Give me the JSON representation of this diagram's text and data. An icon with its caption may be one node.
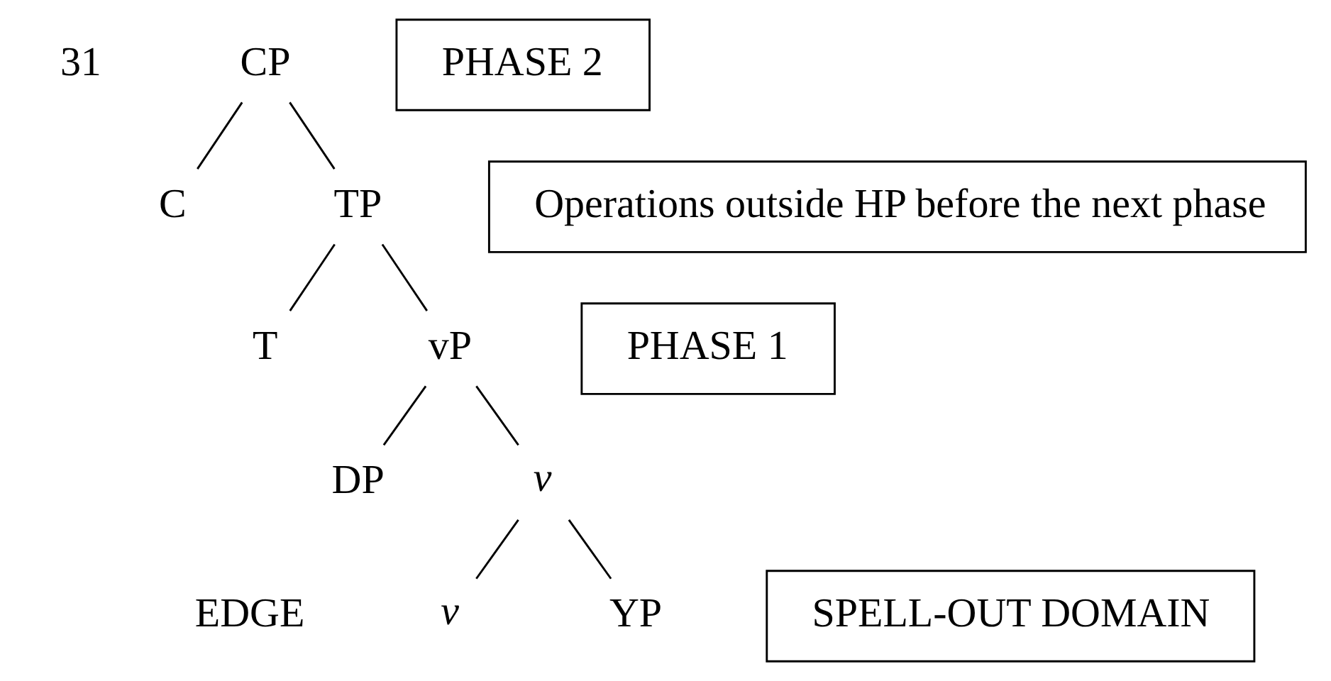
{
  "diagram": {
    "nodes": [
      {
        "text": [
          "CP"
        ]
      },
      {
        "text": [
          "PHASE 2"
        ]
      },
      {
        "text": [
          "C"
        ]
      },
      {
        "text": [
          "TP"
        ]
      },
      {
        "text": [
          "Operations outside HP before the next phase"
        ]
      },
      {
        "text": [
          "T"
        ]
      },
      {
        "text": [
          "vP"
        ]
      },
      {
        "text": [
          "PHASE 1"
        ]
      },
      {
        "text": [
          "DP"
        ]
      },
      {
        "text": [
          "v"
        ]
      },
      {
        "text": [
          "v"
        ]
      },
      {
        "text": [
          "YP"
        ]
      },
      {
        "text": [
          "SPELL-OUT DOMAIN"
        ]
      }
    ],
    "edges": [
      {
        "from": 0,
        "to": 2,
        "arrow": "none"
      },
      {
        "from": 0,
        "to": 3,
        "arrow": "none"
      },
      {
        "from": 3,
        "to": 5,
        "arrow": "none"
      },
      {
        "from": 3,
        "to": 6,
        "arrow": "none"
      },
      {
        "from": 6,
        "to": 8,
        "arrow": "none"
      },
      {
        "from": 6,
        "to": 9,
        "arrow": "none"
      },
      {
        "from": 9,
        "to": 10,
        "arrow": "none"
      },
      {
        "from": 9,
        "to": 11,
        "arrow": "none"
      }
    ],
    "labels": [
      "31",
      "EDGE"
    ]
  }
}
